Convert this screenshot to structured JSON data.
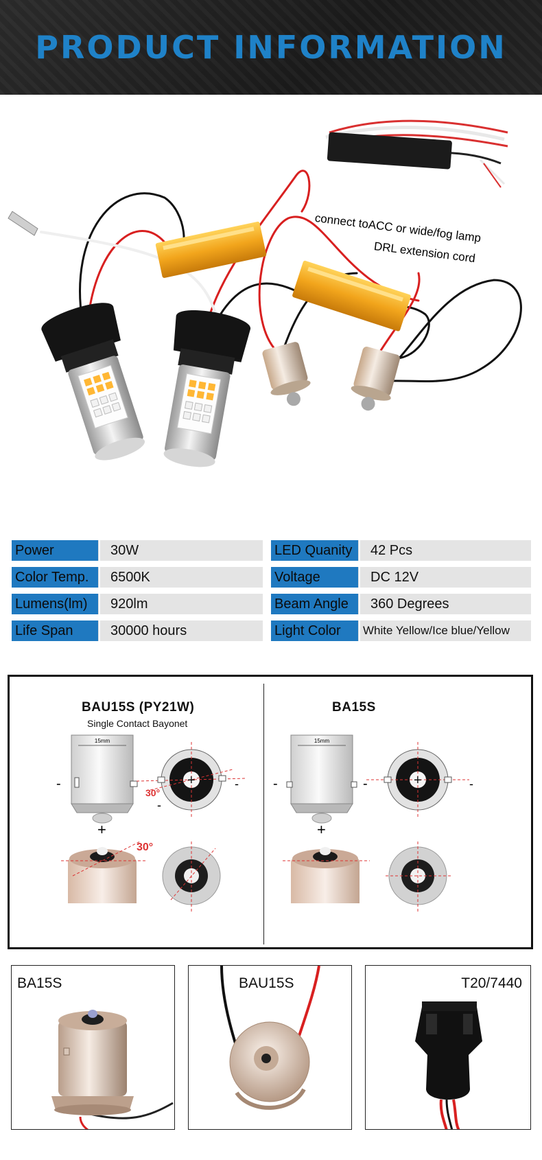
{
  "header": {
    "title": "PRODUCT INFORMATION"
  },
  "photo": {
    "drl_label_line1": "DRL extension cord",
    "drl_label_line2": "connect toACC or wide/fog lamp"
  },
  "specs": {
    "rows": [
      {
        "l_label": "Power",
        "l_value": "30W",
        "r_label": "LED Quanity",
        "r_value": "42 Pcs"
      },
      {
        "l_label": "Color Temp.",
        "l_value": "6500K",
        "r_label": "Voltage",
        "r_value": "DC 12V"
      },
      {
        "l_label": "Lumens(lm)",
        "l_value": "920lm",
        "r_label": "Beam Angle",
        "r_value": "360 Degrees"
      },
      {
        "l_label": "Life Span",
        "l_value": "30000 hours",
        "r_label": "Light Color",
        "r_value": "White Yellow/Ice blue/Yellow"
      }
    ]
  },
  "compare": {
    "left": {
      "title": "BAU15S (PY21W)",
      "subtitle": "Single Contact Bayonet",
      "dim": "15mm",
      "angle": "30°",
      "angle2": "30°",
      "minus": "-",
      "plus": "+"
    },
    "right": {
      "title": "BA15S",
      "dim": "15mm",
      "minus": "-",
      "plus": "+"
    }
  },
  "cards": [
    {
      "label": "BA15S"
    },
    {
      "label": "BAU15S"
    },
    {
      "label": "T20/7440"
    }
  ],
  "colors": {
    "accent_blue": "#1f79c0",
    "title_blue": "#1f82c8",
    "value_gray": "#e4e4e4",
    "resistor_gold": "#f2a51c",
    "wire_red": "#e0202a"
  }
}
